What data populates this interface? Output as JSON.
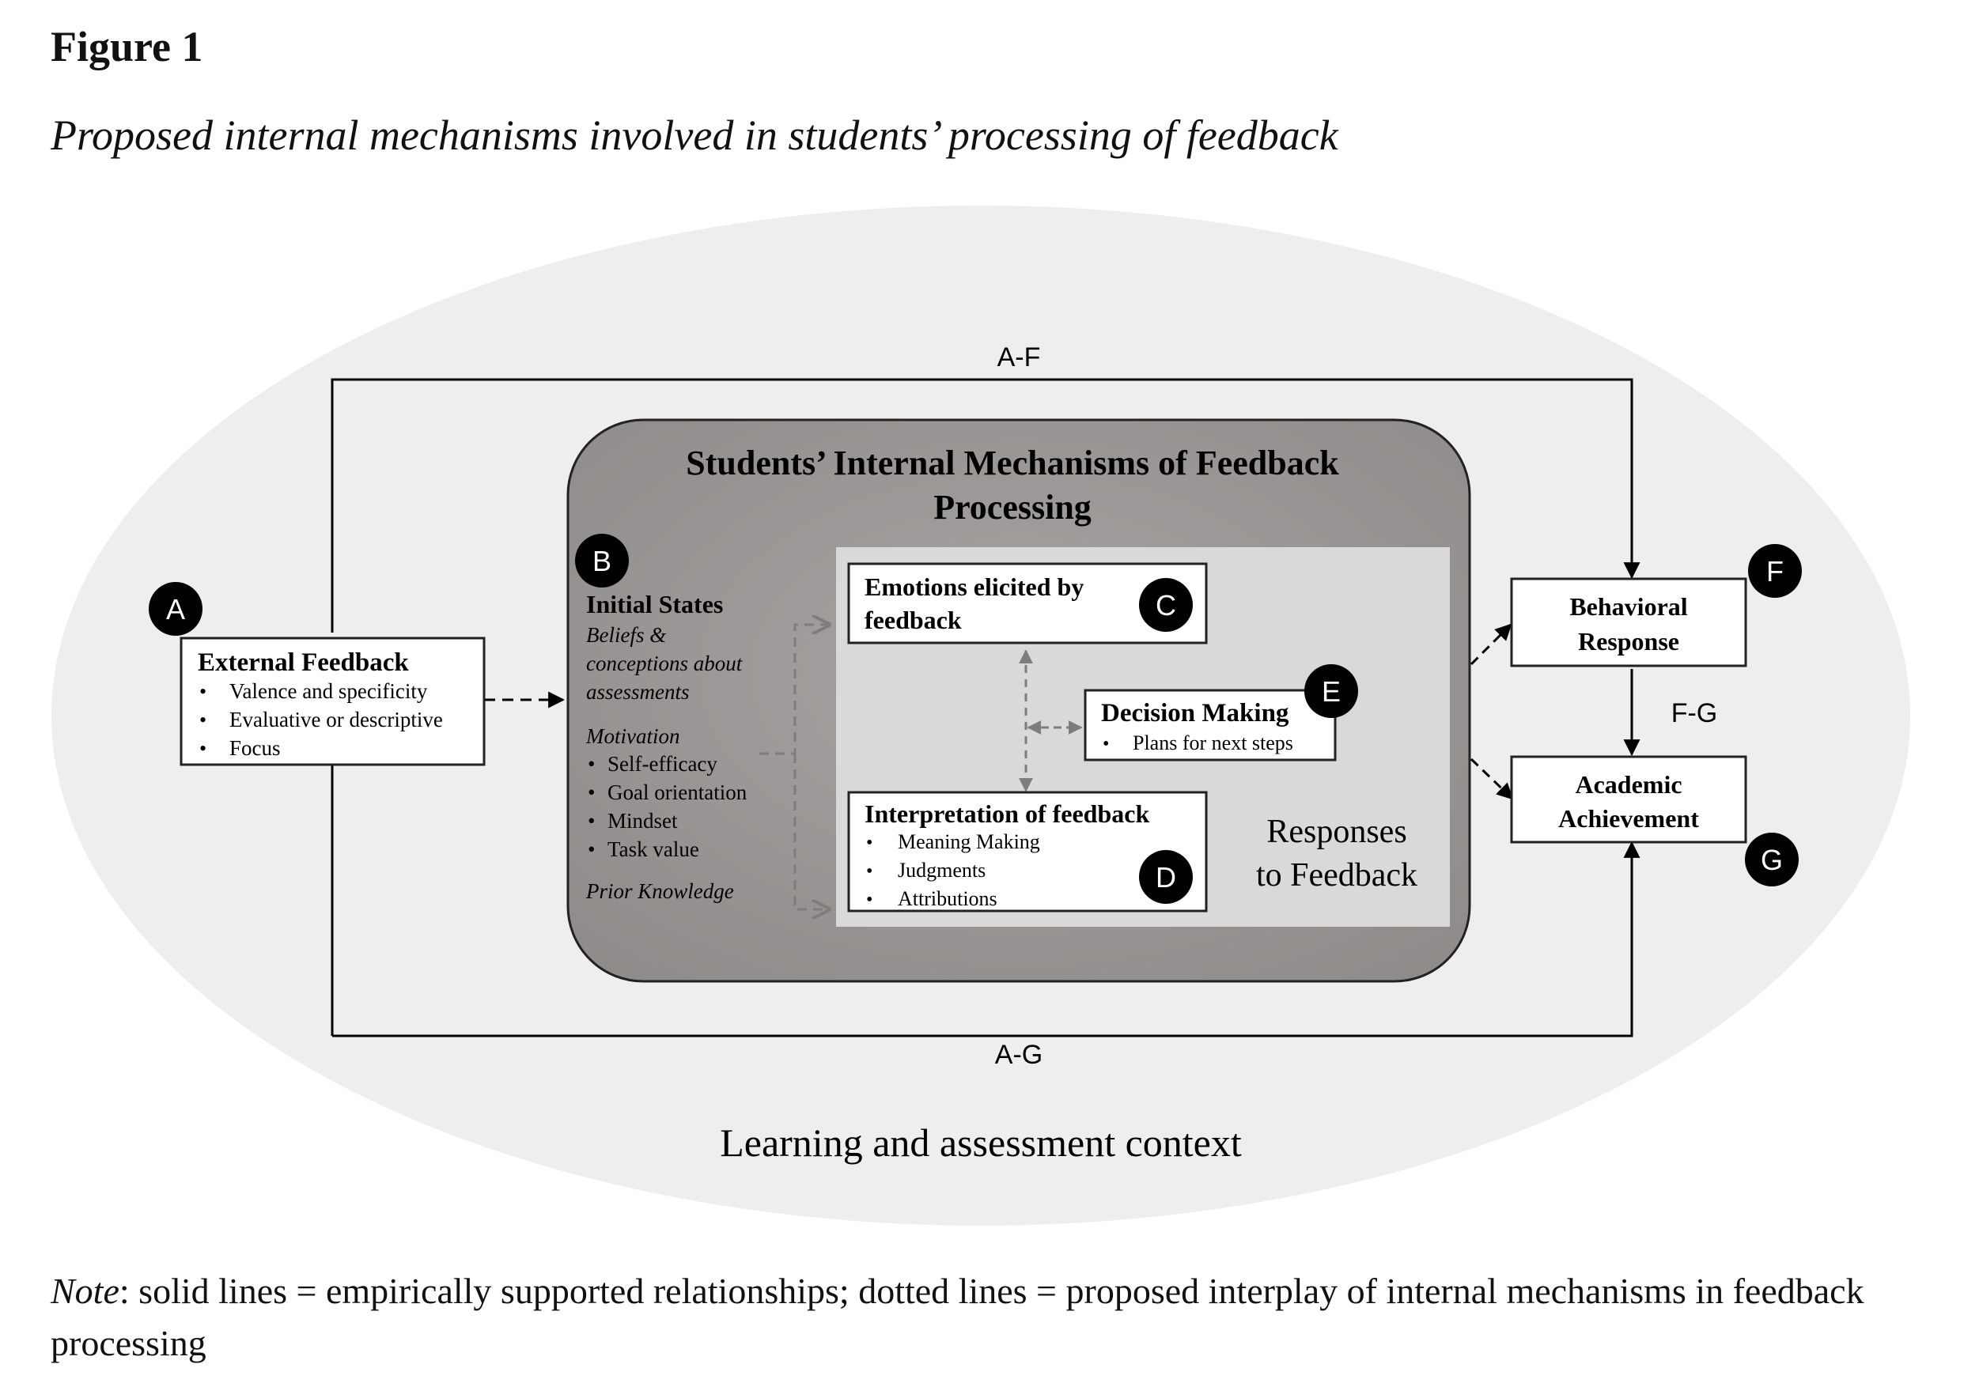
{
  "figure": {
    "label": "Figure 1",
    "title": "Proposed internal mechanisms involved in students’ processing of feedback"
  },
  "diagram": {
    "context_label": "Learning and assessment context",
    "internal_title_line1": "Students’ Internal Mechanisms of Feedback",
    "internal_title_line2": "Processing",
    "external_feedback": {
      "badge": "A",
      "title": "External Feedback",
      "items": [
        "Valence and specificity",
        "Evaluative or descriptive",
        "Focus"
      ]
    },
    "initial_states": {
      "badge": "B",
      "title": "Initial States",
      "beliefs_line1": "Beliefs &",
      "beliefs_line2": "conceptions about",
      "beliefs_line3": "assessments",
      "motivation_label": "Motivation",
      "motivation_items": [
        "Self-efficacy",
        "Goal orientation",
        "Mindset",
        "Task value"
      ],
      "prior_knowledge": "Prior Knowledge"
    },
    "emotions": {
      "badge": "C",
      "title_line1": "Emotions elicited by",
      "title_line2": "feedback"
    },
    "interpretation": {
      "badge": "D",
      "title": "Interpretation of feedback",
      "items": [
        "Meaning Making",
        "Judgments",
        "Attributions"
      ]
    },
    "decision": {
      "badge": "E",
      "title": "Decision Making",
      "items": [
        "Plans for next steps"
      ]
    },
    "responses_label_line1": "Responses",
    "responses_label_line2": "to Feedback",
    "behavioral": {
      "badge": "F",
      "title_line1": "Behavioral",
      "title_line2": "Response"
    },
    "academic": {
      "badge": "G",
      "title_line1": "Academic",
      "title_line2": "Achievement"
    },
    "path_labels": {
      "af": "A-F",
      "ag": "A-G",
      "fg": "F-G"
    }
  },
  "note": {
    "prefix": "Note",
    "text": ": solid lines = empirically supported relationships; dotted lines = proposed interplay of internal mechanisms in feedback processing"
  },
  "colors": {
    "context_ellipse": "#eeeeee",
    "internal_box": "#9a9695",
    "responses_area": "#d9d9d9",
    "badge": "#000000",
    "dashed_gray": "#8a8a8a"
  }
}
